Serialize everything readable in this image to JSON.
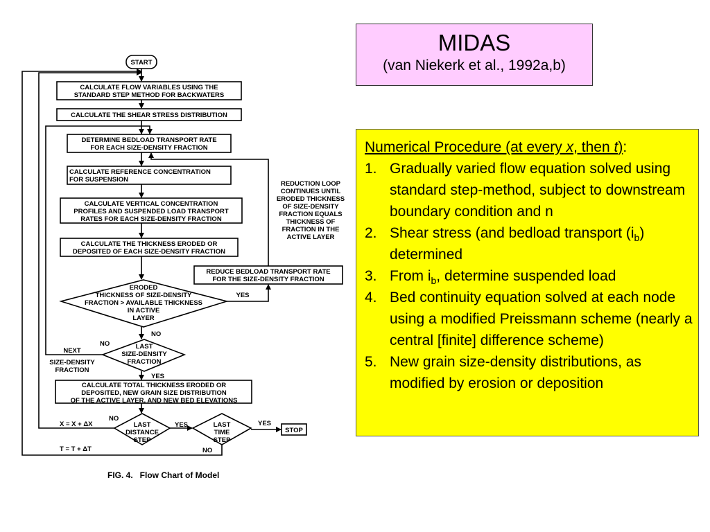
{
  "title": {
    "main": "MIDAS",
    "sub": "(van Niekerk et al., 1992a,b)"
  },
  "procedure": {
    "heading_pre": "Numerical Procedure (at every ",
    "heading_x": "x",
    "heading_mid": ", then ",
    "heading_t": "t",
    "heading_post": ")",
    "heading_colon": ":",
    "items": [
      {
        "num": "1.",
        "text": "Gradually varied flow equation solved using standard step-method, subject to downstream boundary condition and n"
      },
      {
        "num": "2.",
        "pre": "Shear stress (and bedload transport (i",
        "sub": "b",
        "post": ") determined"
      },
      {
        "num": "3.",
        "pre": "From i",
        "sub": "b",
        "post": ", determine suspended load"
      },
      {
        "num": "4.",
        "text": "Bed continuity equation solved at each node using a modified Preissmann scheme (nearly a central [finite] difference scheme)"
      },
      {
        "num": "5.",
        "text": "New grain size-density distributions, as modified by erosion or deposition"
      }
    ]
  },
  "flowchart": {
    "start": "START",
    "box1": [
      "CALCULATE FLOW VARIABLES USING THE",
      "STANDARD STEP METHOD FOR BACKWATERS"
    ],
    "box2": "CALCULATE THE SHEAR STRESS DISTRIBUTION",
    "box3": [
      "DETERMINE BEDLOAD TRANSPORT RATE",
      "FOR EACH SIZE-DENSITY FRACTION"
    ],
    "box4": [
      "CALCULATE REFERENCE CONCENTRATION",
      "FOR SUSPENSION"
    ],
    "box5": [
      "CALCULATE VERTICAL CONCENTRATION",
      "PROFILES AND SUSPENDED LOAD TRANSPORT",
      "RATES FOR EACH SIZE-DENSITY FRACTION"
    ],
    "box6": [
      "CALCULATE THE THICKNESS ERODED OR",
      "DEPOSITED OF EACH SIZE-DENSITY FRACTION"
    ],
    "reduce_box": [
      "REDUCE BEDLOAD TRANSPORT RATE",
      "FOR THE SIZE-DENSITY FRACTION"
    ],
    "loop_note": [
      "REDUCTION LOOP",
      "CONTINUES UNTIL",
      "ERODED THICKNESS",
      "OF SIZE-DENSITY",
      "FRACTION EQUALS",
      "THICKNESS OF",
      "FRACTION IN THE",
      "ACTIVE LAYER"
    ],
    "diamond1": [
      "ERODED",
      "THICKNESS OF SIZE-DENSITY",
      "FRACTION > AVAILABLE THICKNESS",
      "IN ACTIVE",
      "LAYER"
    ],
    "diamond2": [
      "LAST",
      "SIZE-DENSITY",
      "FRACTION"
    ],
    "next_label": [
      "NEXT",
      "SIZE-DENSITY",
      "FRACTION"
    ],
    "box7": [
      "CALCULATE TOTAL THICKNESS ERODED OR",
      "DEPOSITED, NEW GRAIN SIZE DISTRIBUTION",
      "OF THE ACTIVE LAYER, AND NEW BED ELEVATIONS"
    ],
    "diamond3": [
      "LAST",
      "DISTANCE",
      "STEP"
    ],
    "diamond4": [
      "LAST",
      "TIME",
      "STEP"
    ],
    "stop": "STOP",
    "x_update": "X = X + ΔX",
    "t_update": "T = T + ΔT",
    "yes": "YES",
    "no": "NO",
    "caption": "FIG. 4.   Flow Chart of Model"
  }
}
